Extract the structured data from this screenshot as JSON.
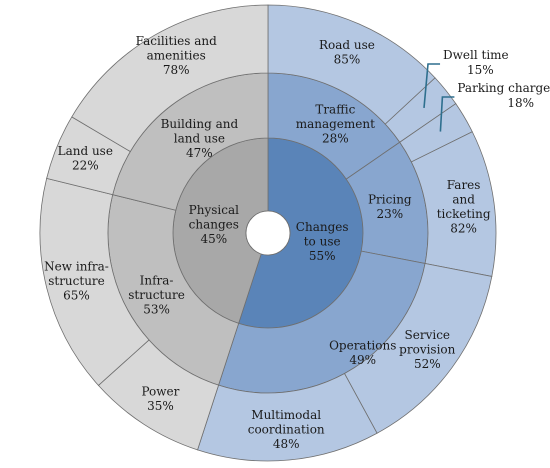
{
  "chart_data": {
    "type": "sunburst",
    "unit": "%",
    "rings": [
      {
        "level": "inner",
        "segments": [
          {
            "id": "physical",
            "label": [
              "Physical",
              "changes"
            ],
            "value": 45,
            "color": "#a8a8a8"
          },
          {
            "id": "use",
            "label": [
              "Changes",
              "to use"
            ],
            "value": 55,
            "color": "#5a84b8"
          }
        ]
      },
      {
        "level": "middle",
        "segments": [
          {
            "parent": "use",
            "label": [
              "Traffic",
              "management"
            ],
            "value": 28,
            "color": "#88a6cf"
          },
          {
            "parent": "use",
            "label": [
              "Pricing"
            ],
            "value": 23,
            "color": "#88a6cf"
          },
          {
            "parent": "use",
            "label": [
              "Operations"
            ],
            "value": 49,
            "color": "#88a6cf"
          },
          {
            "parent": "physical",
            "label": [
              "Infra-",
              "structure"
            ],
            "value": 53,
            "color": "#bfbfbf"
          },
          {
            "parent": "physical",
            "label": [
              "Building and",
              "land use"
            ],
            "value": 47,
            "color": "#bfbfbf"
          }
        ]
      },
      {
        "level": "outer",
        "segments": [
          {
            "parent": "Traffic management",
            "label": [
              "Road use"
            ],
            "value": 85,
            "color": "#b4c7e2"
          },
          {
            "parent": "Traffic management",
            "label": [
              "Dwell time"
            ],
            "value": 15,
            "color": "#b4c7e2",
            "callout": true
          },
          {
            "parent": "Pricing",
            "label": [
              "Parking charges"
            ],
            "value": 18,
            "color": "#b4c7e2",
            "callout": true
          },
          {
            "parent": "Pricing",
            "label": [
              "Fares",
              "and",
              "ticketing"
            ],
            "value": 82,
            "color": "#b4c7e2"
          },
          {
            "parent": "Operations",
            "label": [
              "Service",
              "provision"
            ],
            "value": 52,
            "color": "#b4c7e2"
          },
          {
            "parent": "Operations",
            "label": [
              "Multimodal",
              "coordination"
            ],
            "value": 48,
            "color": "#b4c7e2"
          },
          {
            "parent": "Infrastructure",
            "label": [
              "Power"
            ],
            "value": 35,
            "color": "#d8d8d8"
          },
          {
            "parent": "Infrastructure",
            "label": [
              "New infra-",
              "structure"
            ],
            "value": 65,
            "color": "#d8d8d8"
          },
          {
            "parent": "Building and land use",
            "label": [
              "Land use"
            ],
            "value": 22,
            "color": "#d8d8d8"
          },
          {
            "parent": "Building and land use",
            "label": [
              "Facilities and",
              "amenities"
            ],
            "value": 78,
            "color": "#d8d8d8"
          }
        ]
      }
    ],
    "callout_color": "#2e6f8e",
    "stroke_color": "#6f6f6f"
  }
}
